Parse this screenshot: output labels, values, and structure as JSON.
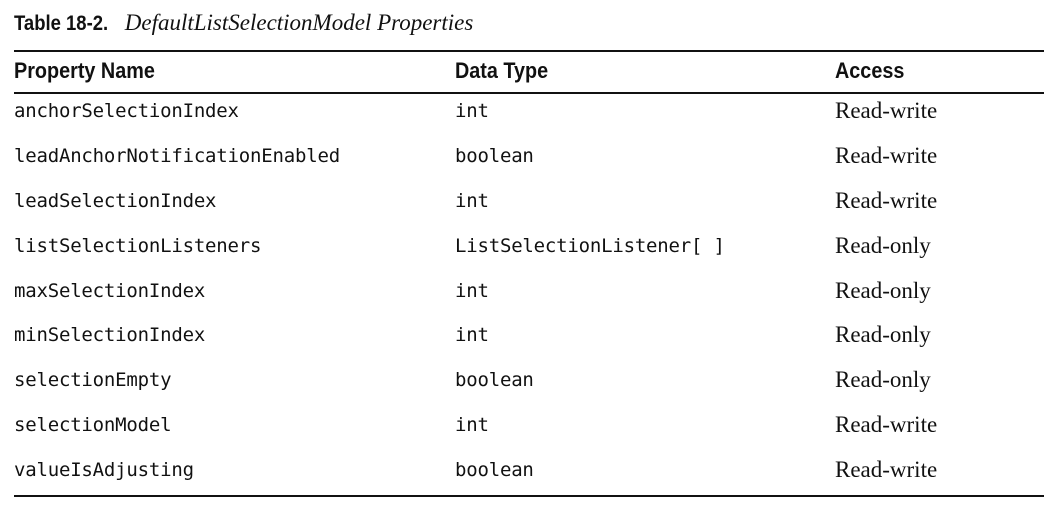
{
  "table": {
    "label": "Table 18-2.",
    "title": "DefaultListSelectionModel Properties",
    "headers": {
      "name": "Property Name",
      "type": "Data Type",
      "access": "Access"
    },
    "rows": [
      {
        "name": "anchorSelectionIndex",
        "type": "int",
        "access": "Read-write"
      },
      {
        "name": "leadAnchorNotificationEnabled",
        "type": "boolean",
        "access": "Read-write"
      },
      {
        "name": "leadSelectionIndex",
        "type": "int",
        "access": "Read-write"
      },
      {
        "name": "listSelectionListeners",
        "type": "ListSelectionListener[ ]",
        "access": "Read-only"
      },
      {
        "name": "maxSelectionIndex",
        "type": "int",
        "access": "Read-only"
      },
      {
        "name": "minSelectionIndex",
        "type": "int",
        "access": "Read-only"
      },
      {
        "name": "selectionEmpty",
        "type": "boolean",
        "access": "Read-only"
      },
      {
        "name": "selectionModel",
        "type": "int",
        "access": "Read-write"
      },
      {
        "name": "valueIsAdjusting",
        "type": "boolean",
        "access": "Read-write"
      }
    ]
  }
}
